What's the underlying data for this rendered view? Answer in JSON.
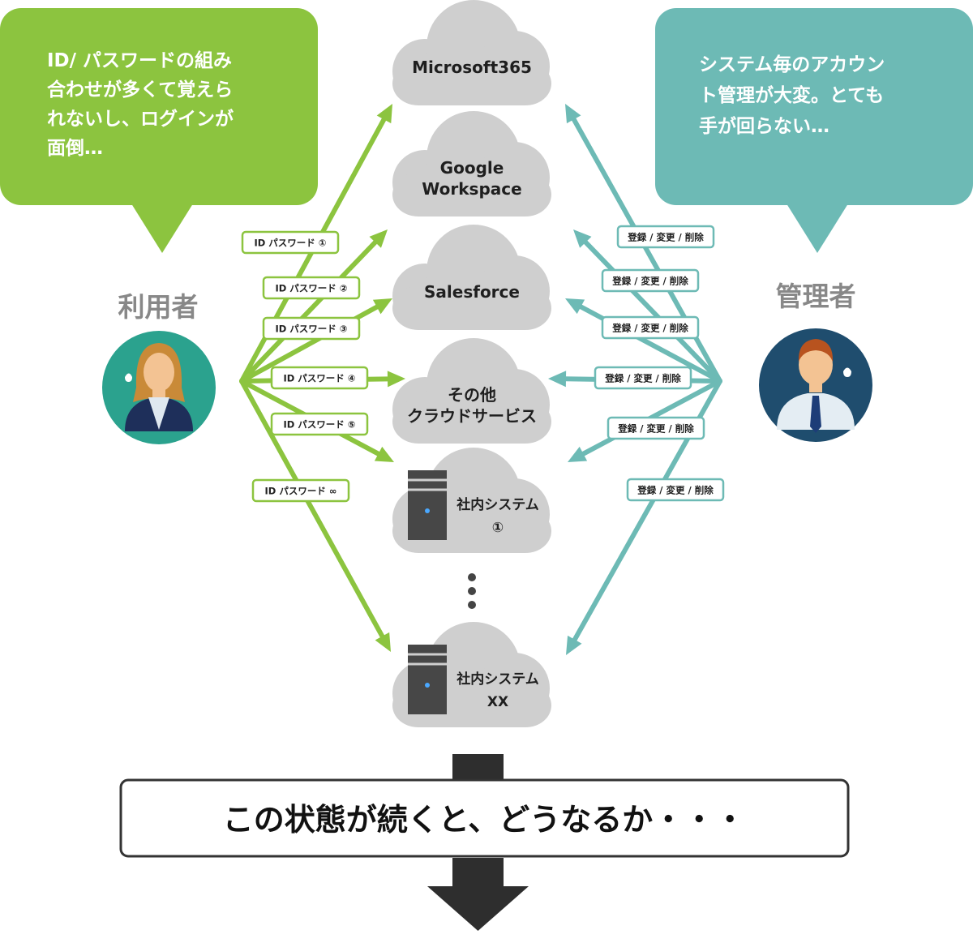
{
  "user_bubble": {
    "lines": [
      "ID/ パスワードの組み",
      "合わせが多くて覚えら",
      "れないし、ログインが",
      "面倒…"
    ]
  },
  "admin_bubble": {
    "lines": [
      "システム毎のアカウン",
      "ト管理が大変。とても",
      "手が回らない…"
    ]
  },
  "user_label": "利用者",
  "admin_label": "管理者",
  "clouds": [
    {
      "lines": [
        "Microsoft365"
      ]
    },
    {
      "lines": [
        "Google",
        "Workspace"
      ]
    },
    {
      "lines": [
        "Salesforce"
      ]
    },
    {
      "lines": [
        "その他",
        "クラウドサービス"
      ]
    },
    {
      "lines": [
        "社内システム",
        "①"
      ]
    },
    {
      "lines": [
        "社内システム",
        "XX"
      ]
    }
  ],
  "user_edge_labels": [
    "ID パスワード ①",
    "ID パスワード ②",
    "ID パスワード ③",
    "ID パスワード ④",
    "ID パスワード ⑤",
    "ID パスワード ∞"
  ],
  "admin_edge_labels": [
    "登録 / 変更 / 削除",
    "登録 / 変更 / 削除",
    "登録 / 変更 / 削除",
    "登録 / 変更 / 削除",
    "登録 / 変更 / 削除",
    "登録 / 変更 / 削除"
  ],
  "banner": "この状態が続くと、どうなるか・・・",
  "colors": {
    "user_green": "#8cc43f",
    "admin_teal": "#6dbab5",
    "cloud_gray": "#cfcfcf",
    "user_avatar_bg": "#2ba28e",
    "admin_avatar_bg": "#1f4d6e",
    "server_dark": "#474747",
    "arrow_dark": "#2e2e2e"
  },
  "icons": [
    "woman-avatar-icon",
    "man-avatar-icon",
    "sweat-drop-icon",
    "server-icon",
    "vertical-ellipsis-icon"
  ]
}
